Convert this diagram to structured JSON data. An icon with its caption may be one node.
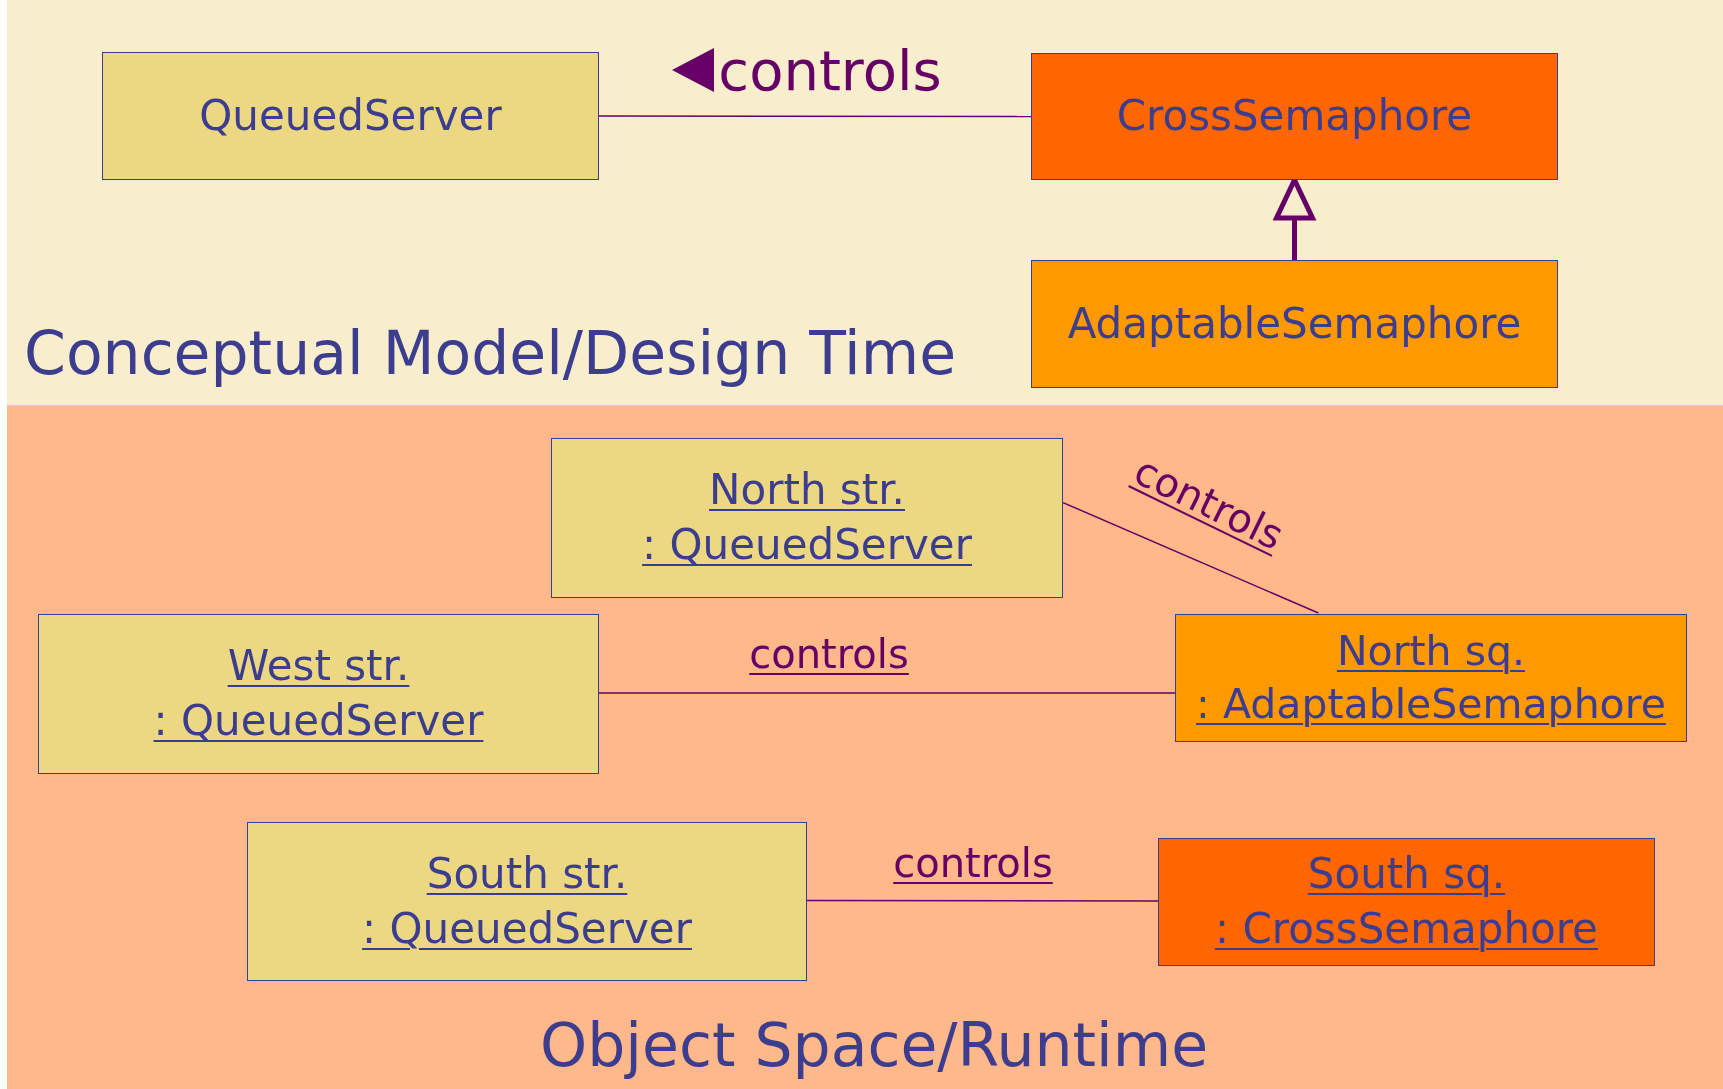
{
  "diagram": {
    "nodes": [
      {
        "text": [
          "Conceptual Model/Design Time"
        ]
      },
      {
        "text": [
          "QueuedServer"
        ],
        "in": 0
      },
      {
        "text": [
          "CrossSemaphore"
        ],
        "in": 0
      },
      {
        "text": [
          "AdaptableSemaphore"
        ],
        "in": 0
      },
      {
        "text": [
          "Object Space/Runtime"
        ]
      },
      {
        "text": [
          "North str.",
          ": QueuedServer"
        ],
        "in": 4
      },
      {
        "text": [
          "West str.",
          ": QueuedServer"
        ],
        "in": 4
      },
      {
        "text": [
          "North sq.",
          ": AdaptableSemaphore"
        ],
        "in": 4
      },
      {
        "text": [
          "South str.",
          ": QueuedServer"
        ],
        "in": 4
      },
      {
        "text": [
          "South sq.",
          ": CrossSemaphore"
        ],
        "in": 4
      }
    ],
    "edges": [
      {
        "from": 1,
        "to": 2,
        "arrow": "none",
        "label": "controls"
      },
      {
        "from": 3,
        "to": 2,
        "arrow": "to",
        "style": "thick"
      },
      {
        "from": 5,
        "to": 7,
        "arrow": "none",
        "label": "controls"
      },
      {
        "from": 6,
        "to": 7,
        "arrow": "none",
        "label": "controls"
      },
      {
        "from": 8,
        "to": 9,
        "arrow": "none",
        "label": "controls"
      }
    ]
  }
}
